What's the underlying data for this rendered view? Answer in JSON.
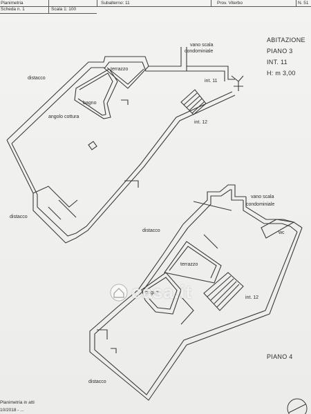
{
  "header": {
    "doc_type": "Planimetria",
    "sheet": "Scheda n. 1",
    "scale": "Scala 1: 100",
    "subaltern": "Subalterno: 11",
    "province": "Prov. Viterbo",
    "number": "N. 51"
  },
  "piano3": {
    "title_line1": "ABITAZIONE",
    "title_line2": "PIANO 3",
    "title_line3": "INT. 11",
    "title_line4": "H: m 3,00",
    "vano_scala_1": "vano scala",
    "vano_scala_2": "condominiale",
    "distacco_top": "distacco",
    "terrazzo": "terrazzo",
    "bagno": "bagno",
    "angolo_cottura": "angolo cottura",
    "int11": "int. 11",
    "int12": "int. 12",
    "distacco_left": "distacco"
  },
  "piano4": {
    "title": "PIANO 4",
    "vano_scala_1": "vano scala",
    "vano_scala_2": "condominiale",
    "distacco_mid": "distacco",
    "wc": "wc",
    "terrazzo": "terrazzo",
    "bagno": "bagno",
    "int12": "int. 12",
    "distacco_bottom": "distacco"
  },
  "footer": {
    "note1": "Planimetria in atti",
    "note2": "10/2018 - ..."
  },
  "watermark": "casa.it"
}
